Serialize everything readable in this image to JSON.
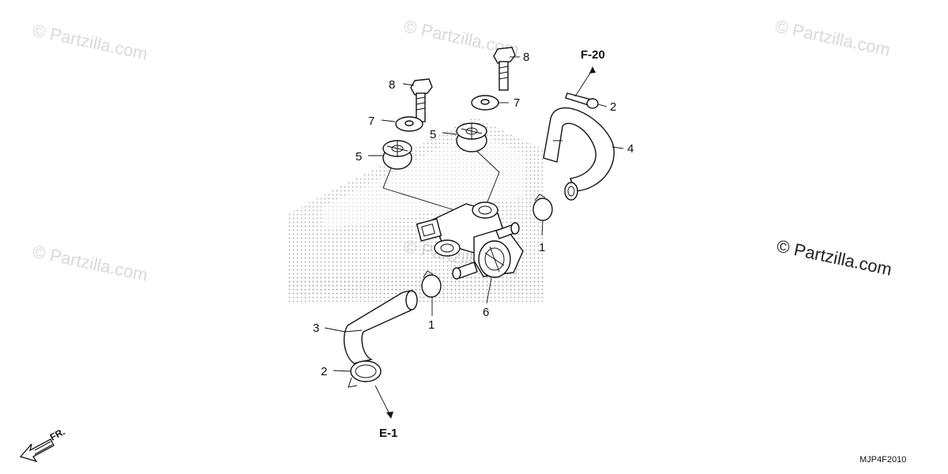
{
  "watermark": {
    "text": "© Partzilla.com"
  },
  "references": {
    "top": "F-20",
    "bottom": "E-1"
  },
  "callouts": {
    "c1": "1",
    "c2": "2",
    "c3": "3",
    "c4": "4",
    "c5": "5",
    "c6": "6",
    "c7": "7",
    "c8": "8"
  },
  "direction": {
    "front": "FR."
  },
  "diagram_code": "MJP4F2010",
  "colors": {
    "line": "#111111",
    "watermark": "#d9d9d9",
    "logo_dots": "#9a9a9a"
  }
}
